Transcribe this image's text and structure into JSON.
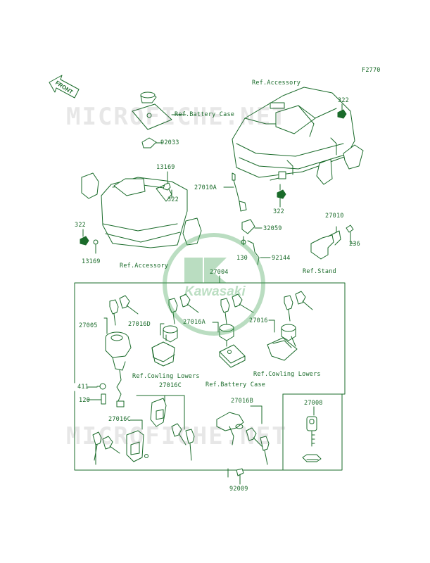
{
  "diagram": {
    "page_code": "F2770",
    "front_arrow_label": "FRONT",
    "watermark_text": "MICROFICHE.NET",
    "brand_logo_text": "Kawasaki",
    "colors": {
      "line": "#1a6b2a",
      "watermark": "#a8a8a8",
      "logo": "#3ca050"
    },
    "labels": {
      "ref_accessory_top": "Ref.Accessory",
      "p322_top_right": "322",
      "ref_battery_case_top": "Ref.Battery Case",
      "p92033": "92033",
      "p13169_top": "13169",
      "p322_left_upper": "322",
      "p27010A": "27010A",
      "p322_center": "322",
      "p27010": "27010",
      "p322_left": "322",
      "p32059": "32059",
      "p236": "236",
      "p130": "130",
      "p92144": "92144",
      "p13169_left": "13169",
      "ref_accessory_left": "Ref.Accessory",
      "ref_stand": "Ref.Stand",
      "p27004": "27004",
      "p27005": "27005",
      "p27016D": "27016D",
      "p27016A": "27016A",
      "p27016": "27016",
      "ref_cowling_lowers_left": "Ref.Cowling Lowers",
      "ref_cowling_lowers_right": "Ref.Cowling Lowers",
      "ref_battery_case_bottom": "Ref.Battery Case",
      "p411": "411",
      "p27016C_upper": "27016C",
      "p27016B": "27016B",
      "p27008": "27008",
      "p120": "120",
      "p27016C_lower": "27016C",
      "p92009": "92009"
    }
  }
}
